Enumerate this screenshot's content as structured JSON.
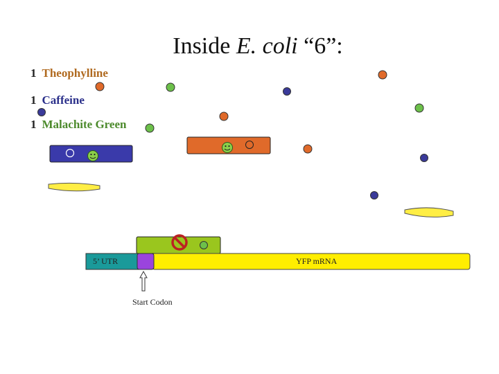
{
  "title": {
    "prefix": "Inside",
    "organism": "E. coli",
    "suffix": "“6”:"
  },
  "legend": [
    {
      "count": "1",
      "name": "Theophylline",
      "color": "#b06a20"
    },
    {
      "count": "1",
      "name": "Caffeine",
      "color": "#2a2f8a"
    },
    {
      "count": "1",
      "name": "Malachite Green",
      "color": "#4c8a2c"
    }
  ],
  "molecule_colors": {
    "theophylline": "#e06a2a",
    "caffeine": "#3a3a9a",
    "malachite_green": "#6cc04a"
  },
  "mrna": {
    "utr_label": "5’ UTR",
    "gene_label": "YFP mRNA",
    "start_codon_label": "Start Codon",
    "utr_color": "#1a9a9a",
    "gene_color": "#ffee00",
    "start_color": "#9a44dd"
  },
  "riboswitches": {
    "caffeine_color": "#3a3aaa",
    "theophylline_color": "#e06a2a",
    "malachite_green_color": "#9ac61e"
  },
  "free_mrna_color": "#ffee44"
}
